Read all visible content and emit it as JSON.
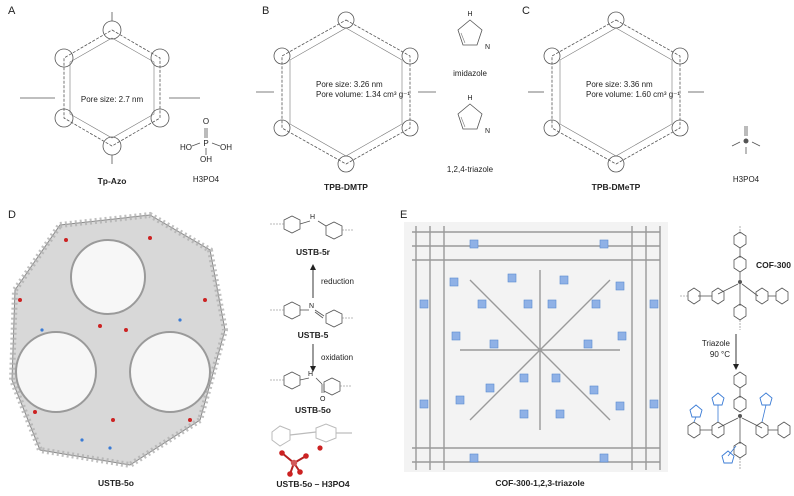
{
  "panels": {
    "A": {
      "letter": "A",
      "pore_size": "Pore size: 2.7 nm",
      "name": "Tp-Azo",
      "acid_labels": {
        "OH_left": "HO",
        "P": "P",
        "OH_right": "OH",
        "OH_bottom": "OH",
        "O_top": "O"
      },
      "acid_formula": "H3PO4"
    },
    "B": {
      "letter": "B",
      "pore_size": "Pore size: 3.26 nm",
      "pore_volume": "Pore volume: 1.34 cm³ g⁻¹",
      "name": "TPB-DMTP",
      "imidazole_label": "imidazole",
      "triazole_label": "1,2,4-triazole",
      "nh": "H",
      "n": "N"
    },
    "C": {
      "letter": "C",
      "pore_size": "Pore size: 3.36 nm",
      "pore_volume": "Pore volume: 1.60 cm³ g⁻¹",
      "name": "TPB-DMeTP",
      "acid_formula": "H3PO4"
    },
    "D": {
      "letter": "D",
      "name": "USTB-5o",
      "scheme": {
        "top": "USTB-5r",
        "reduction": "reduction",
        "middle": "USTB-5",
        "oxidation": "oxidation",
        "bottom": "USTB-5o",
        "complex": "USTB-5o – H3PO4",
        "nh": "H",
        "n": "N",
        "o": "O"
      }
    },
    "E": {
      "letter": "E",
      "name": "COF-300-1,2,3-triazole",
      "cof_label": "COF-300",
      "triazole_label": "Triazole",
      "temp_label": "90 °C"
    }
  }
}
